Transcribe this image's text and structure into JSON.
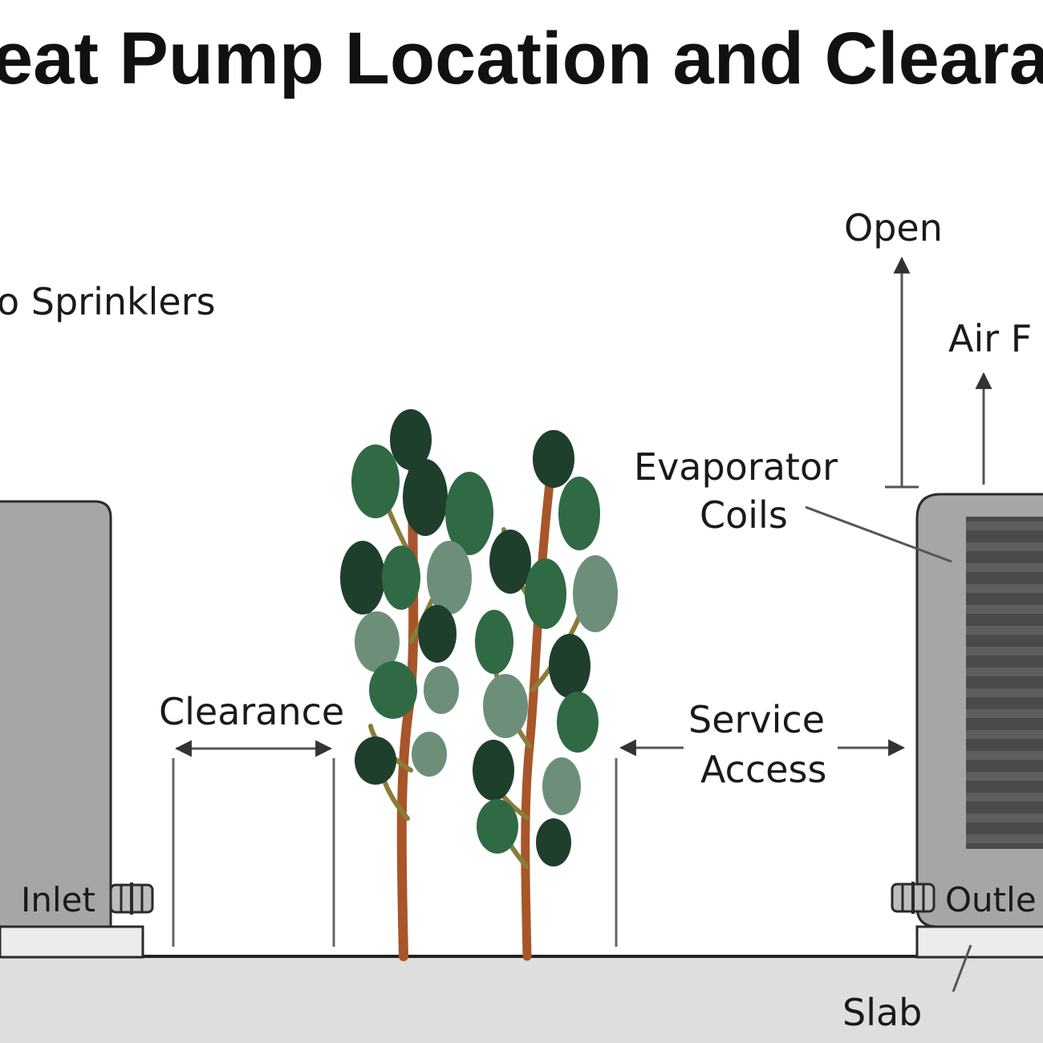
{
  "title": "eat Pump Location and Cleara",
  "labels": {
    "sprinklers": "o Sprinklers",
    "open": "Open",
    "air_flow": "Air F",
    "evaporator_line1": "Evaporator",
    "evaporator_line2": "Coils",
    "clearance": "Clearance",
    "service_line1": "Service",
    "service_line2": "Access",
    "inlet": "Inlet",
    "outlet": "Outle",
    "slab": "Slab"
  },
  "colors": {
    "ground": "#dedede",
    "unit_body": "#a6a6a6",
    "unit_outline": "#2a2a2a",
    "coil_dark": "#4a4a4a",
    "coil_light": "#5e5e5e",
    "foliage_dark": "#1e3f2c",
    "foliage_mid": "#2f6a45",
    "foliage_light": "#6d8f7a",
    "trunk": "#a8552a",
    "branch": "#8a7d3a",
    "line": "#222222"
  }
}
